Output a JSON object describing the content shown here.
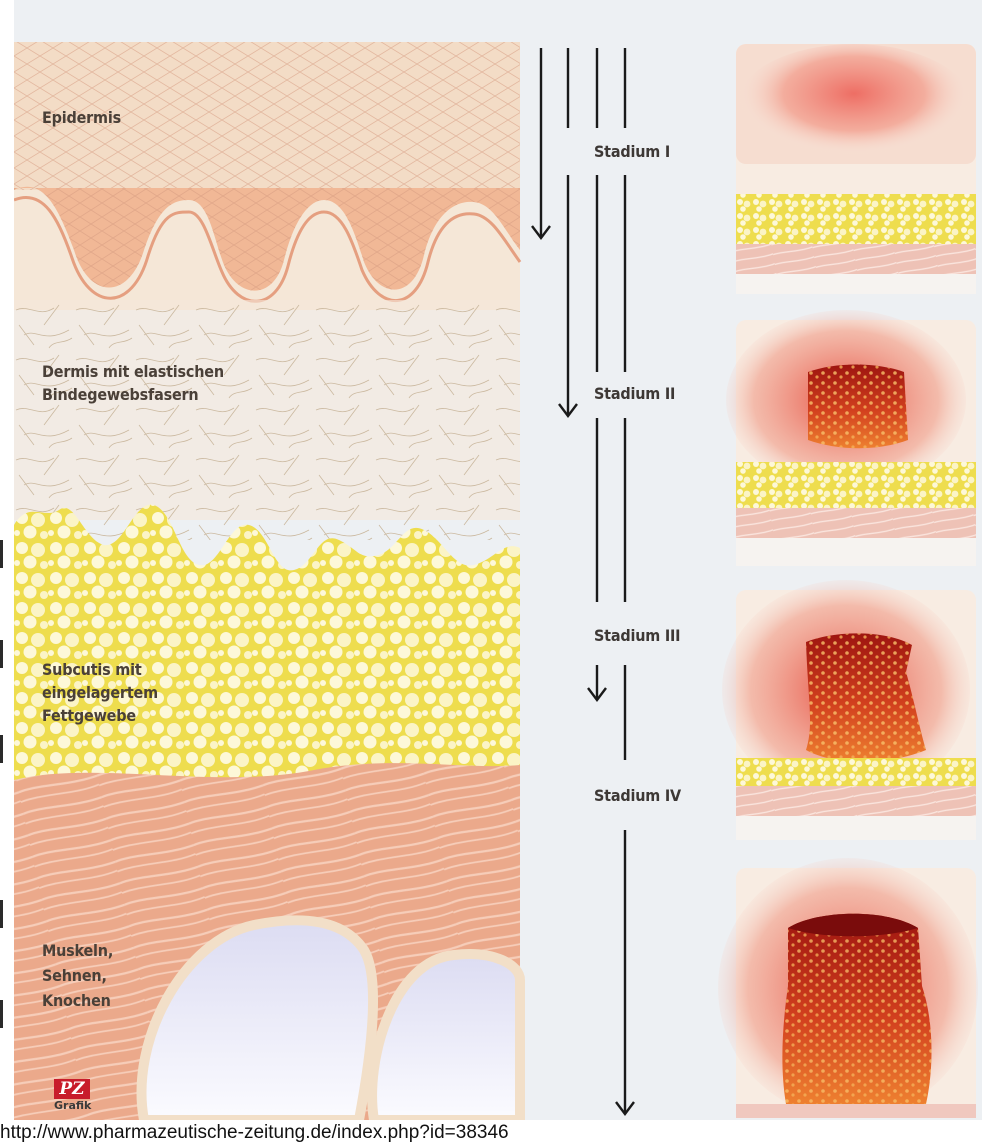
{
  "layers": {
    "epidermis": "Epidermis",
    "dermis_line1": "Dermis mit elastischen",
    "dermis_line2": "Bindegewebsfasern",
    "subcutis_line1": "Subcutis mit",
    "subcutis_line2": "eingelagertem",
    "subcutis_line3": "Fettgewebe",
    "muscle_line1": "Muskeln,",
    "muscle_line2": "Sehnen,",
    "muscle_line3": "Knochen"
  },
  "stages": [
    {
      "label": "Stadium I"
    },
    {
      "label": "Stadium II"
    },
    {
      "label": "Stadium III"
    },
    {
      "label": "Stadium IV"
    }
  ],
  "logo": {
    "mark": "PZ",
    "text": "Grafik"
  },
  "source": {
    "url": "http://www.pharmazeutische-zeitung.de/index.php?id=38346"
  },
  "colors": {
    "background": "#edf0f3",
    "epidermis": "#f2c4a8",
    "dermis": "#f4e6d7",
    "fat": "#f3e45e",
    "muscle": "#eeaa8c",
    "bone": "#f0f1fb",
    "wound": "#c8281c"
  }
}
